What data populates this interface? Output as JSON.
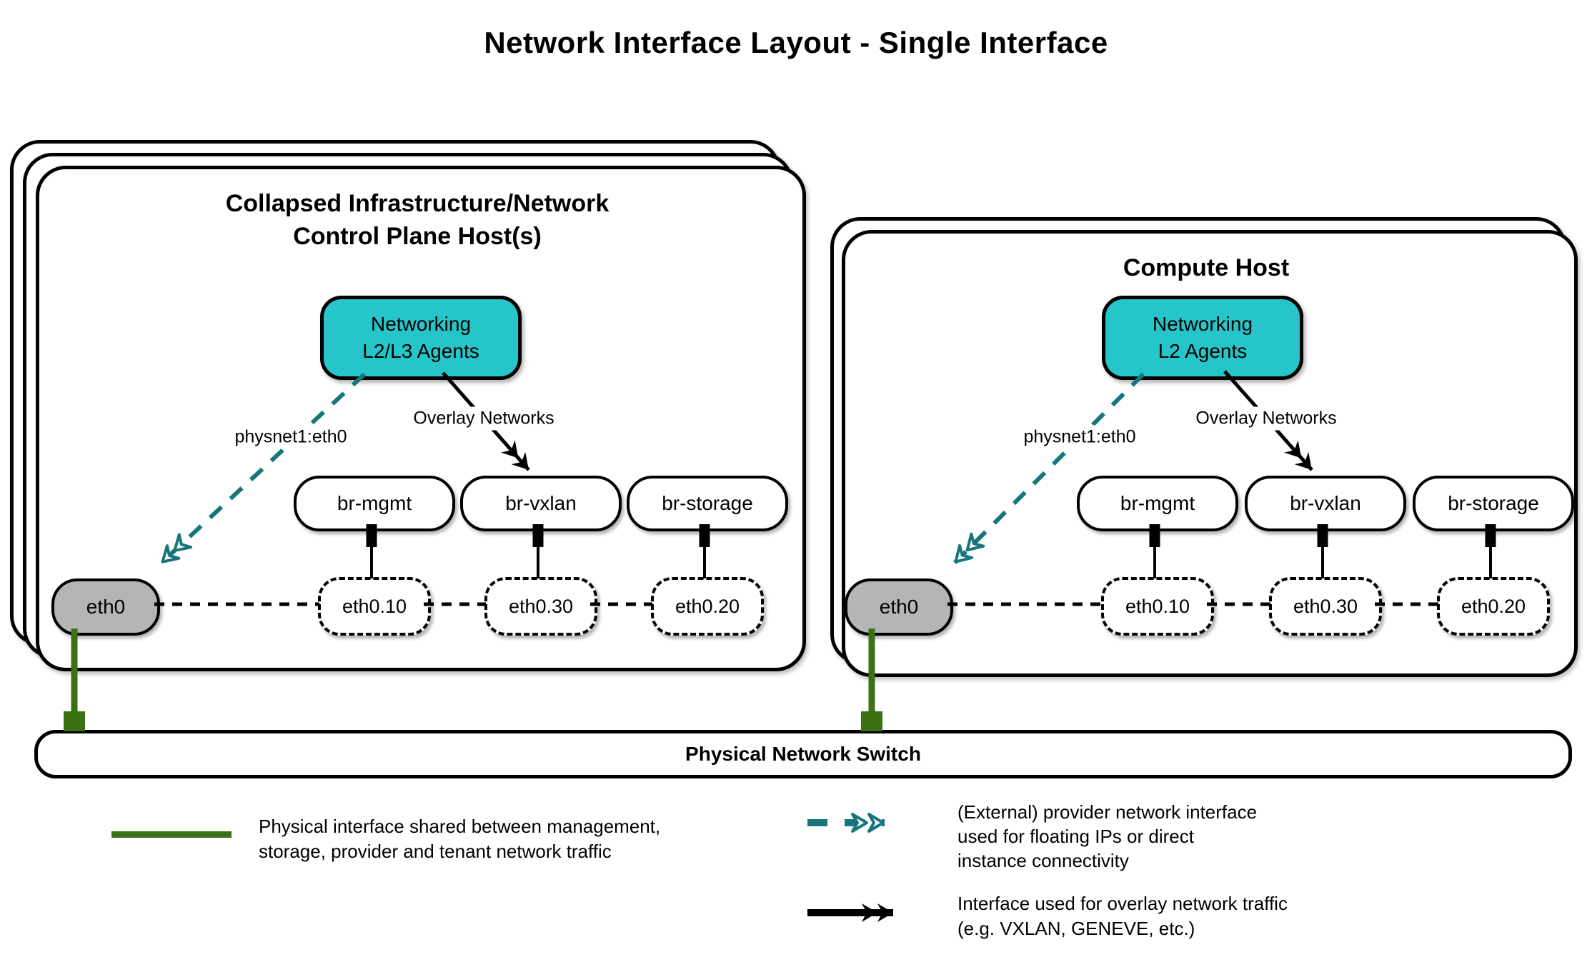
{
  "title": "Network Interface Layout - Single Interface",
  "left_host": {
    "title_line1": "Collapsed Infrastructure/Network",
    "title_line2": "Control Plane Host(s)",
    "agent_line1": "Networking",
    "agent_line2": "L2/L3 Agents",
    "provider_link_label": "physnet1:eth0",
    "overlay_link_label": "Overlay Networks",
    "bridges": [
      "br-mgmt",
      "br-vxlan",
      "br-storage"
    ],
    "vlan_interfaces": [
      "eth0.10",
      "eth0.30",
      "eth0.20"
    ],
    "physical_interface": "eth0"
  },
  "right_host": {
    "title": "Compute Host",
    "agent_line1": "Networking",
    "agent_line2": "L2 Agents",
    "provider_link_label": "physnet1:eth0",
    "overlay_link_label": "Overlay Networks",
    "bridges": [
      "br-mgmt",
      "br-vxlan",
      "br-storage"
    ],
    "vlan_interfaces": [
      "eth0.10",
      "eth0.30",
      "eth0.20"
    ],
    "physical_interface": "eth0"
  },
  "switch_label": "Physical Network Switch",
  "legend": {
    "physical": {
      "line1": "Physical interface shared between management,",
      "line2": "storage, provider and tenant network traffic"
    },
    "provider": {
      "line1": "(External) provider network interface",
      "line2": "used for floating IPs or direct",
      "line3": "instance connectivity"
    },
    "overlay": {
      "line1": "Interface used for overlay network traffic",
      "line2": "(e.g. VXLAN, GENEVE, etc.)"
    }
  },
  "colors": {
    "agent_fill": "#26c5c9",
    "provider_arrow": "#17767b",
    "physical_line": "#3a7114",
    "interface_fill": "#b5b5b5",
    "border": "#000000"
  }
}
